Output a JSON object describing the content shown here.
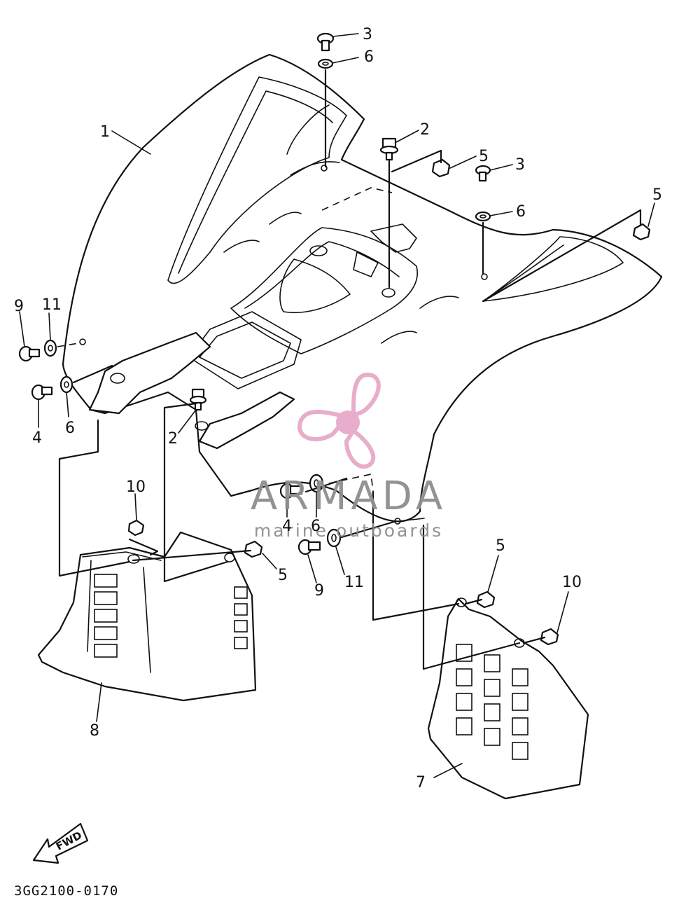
{
  "diagram": {
    "drawing_code": "3GG2100-0170",
    "direction_arrow": "FWD",
    "watermark": {
      "brand": "ARMADA",
      "tagline": "marine outboards",
      "logo_icon": "propeller-icon",
      "logo_color": "#e7a9c9",
      "text_color": "#8e8e8e"
    },
    "callouts": [
      {
        "id": "c1",
        "label": "1"
      },
      {
        "id": "c2a",
        "label": "2"
      },
      {
        "id": "c2b",
        "label": "2"
      },
      {
        "id": "c3a",
        "label": "3"
      },
      {
        "id": "c3b",
        "label": "3"
      },
      {
        "id": "c4a",
        "label": "4"
      },
      {
        "id": "c4b",
        "label": "4"
      },
      {
        "id": "c5a",
        "label": "5"
      },
      {
        "id": "c5b",
        "label": "5"
      },
      {
        "id": "c5c",
        "label": "5"
      },
      {
        "id": "c5d",
        "label": "5"
      },
      {
        "id": "c6a",
        "label": "6"
      },
      {
        "id": "c6b",
        "label": "6"
      },
      {
        "id": "c6c",
        "label": "6"
      },
      {
        "id": "c6d",
        "label": "6"
      },
      {
        "id": "c7",
        "label": "7"
      },
      {
        "id": "c8",
        "label": "8"
      },
      {
        "id": "c9a",
        "label": "9"
      },
      {
        "id": "c9b",
        "label": "9"
      },
      {
        "id": "c10a",
        "label": "10"
      },
      {
        "id": "c10b",
        "label": "10"
      },
      {
        "id": "c11a",
        "label": "11"
      },
      {
        "id": "c11b",
        "label": "11"
      }
    ]
  }
}
